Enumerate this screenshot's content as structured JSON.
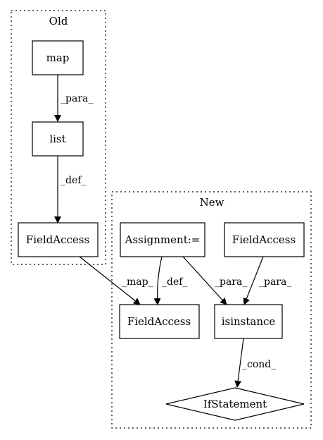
{
  "clusters": {
    "old": {
      "label": "Old"
    },
    "new": {
      "label": "New"
    }
  },
  "nodes": {
    "map": "map",
    "list": "list",
    "field_access_old": "FieldAccess",
    "assignment": "Assignment:=",
    "field_access_new_right": "FieldAccess",
    "field_access_new_left": "FieldAccess",
    "isinstance": "isinstance",
    "if_statement": "IfStatement"
  },
  "edges": {
    "map_to_list": "_para_",
    "list_to_fieldaccess": "_def_",
    "fieldaccess_to_fieldaccess": "_map_",
    "assignment_to_fieldaccess": "_def_",
    "assignment_to_isinstance": "_para_",
    "fieldaccess_to_isinstance": "_para_",
    "isinstance_to_ifstatement": "_cond_"
  }
}
